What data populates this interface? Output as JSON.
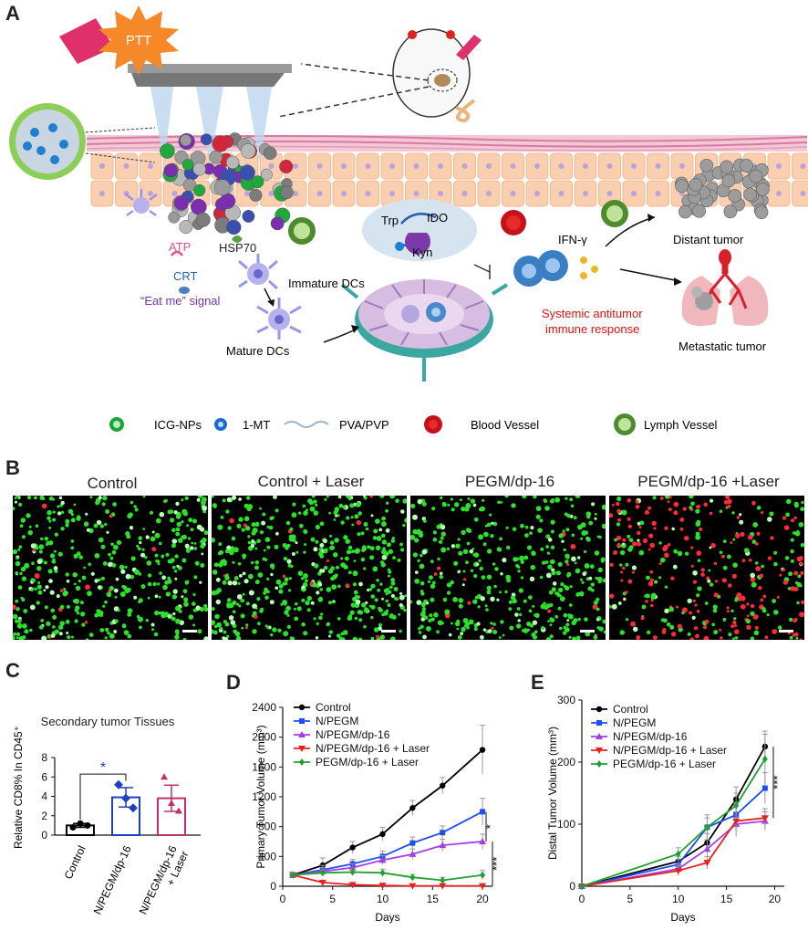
{
  "panels": {
    "A": {
      "label": "A",
      "ptt": "PTT",
      "atp": "ATP",
      "hsp70": "HSP70",
      "crt": "CRT",
      "eat_me": "“Eat me” signal",
      "immature_dcs": "Immature DCs",
      "mature_dcs": "Mature DCs",
      "trp": "Trp",
      "ido": "IDO",
      "kyn": "Kyn",
      "ifn": "IFN-γ",
      "distant_tumor": "Distant tumor",
      "metastatic_tumor": "Metastatic tumor",
      "systemic_1": "Systemic antitumor",
      "systemic_2": "immune response",
      "legend": {
        "icg": "ICG-NPs",
        "mt": "1-MT",
        "pva": "PVA/PVP",
        "blood": "Blood Vessel",
        "lymph": "Lymph Vessel"
      }
    },
    "B": {
      "label": "B",
      "titles": [
        "Control",
        "Control + Laser",
        "PEGM/dp-16",
        "PEGM/dp-16 +Laser"
      ]
    },
    "C": {
      "label": "C"
    },
    "D": {
      "label": "D"
    },
    "E": {
      "label": "E"
    }
  },
  "colors": {
    "black": "#000000",
    "blue": "#1f4ff0",
    "purple": "#a040e0",
    "red": "#e82020",
    "green": "#20a030",
    "annotation_red": "#e01010",
    "purple_text": "#7a2fb0"
  },
  "chart_data": [
    {
      "type": "bar",
      "panel": "C",
      "title": "Secondary tumor Tissues",
      "ylabel": "Relative CD8% In CD45⁺",
      "xlabel": "",
      "ylim": [
        0,
        8
      ],
      "yticks": [
        "0",
        "2",
        "4",
        "6",
        "8"
      ],
      "categories": [
        "Control",
        "N/PEGM/dp-16",
        "N/PEGM/dp-16 + Laser"
      ],
      "values": [
        1.0,
        3.9,
        3.8
      ],
      "errors": [
        0.2,
        1.0,
        1.35
      ],
      "points": [
        [
          0.8,
          1.2,
          1.0
        ],
        [
          5.2,
          3.8,
          2.8
        ],
        [
          6.0,
          3.3,
          2.5
        ]
      ],
      "bar_colors": [
        "#000000",
        "#1f3fc0",
        "#c0306a"
      ],
      "significance": "*"
    },
    {
      "type": "line",
      "panel": "D",
      "ylabel": "Primary Tumor Volume (mm³)",
      "xlabel": "Days",
      "xlim": [
        0,
        21
      ],
      "ylim": [
        0,
        2400
      ],
      "xticks": [
        "0",
        "5",
        "10",
        "15",
        "20"
      ],
      "yticks": [
        "0",
        "400",
        "800",
        "1200",
        "1600",
        "2000",
        "2400"
      ],
      "x": [
        1,
        4,
        7,
        10,
        13,
        16,
        20
      ],
      "series": [
        {
          "name": "Control",
          "values": [
            150,
            280,
            520,
            700,
            1050,
            1350,
            1830
          ],
          "errors": [
            40,
            100,
            80,
            90,
            100,
            110,
            330
          ]
        },
        {
          "name": "N/PEGM",
          "values": [
            150,
            220,
            300,
            400,
            580,
            720,
            1000
          ],
          "errors": [
            30,
            60,
            60,
            70,
            80,
            90,
            180
          ]
        },
        {
          "name": "N/PEGM/dp-16",
          "values": [
            150,
            200,
            250,
            350,
            430,
            550,
            600
          ],
          "errors": [
            30,
            50,
            50,
            60,
            70,
            80,
            100
          ]
        },
        {
          "name": "N/PEGM/dp-16 + Laser",
          "values": [
            150,
            50,
            20,
            10,
            5,
            5,
            5
          ],
          "errors": [
            30,
            20,
            10,
            5,
            5,
            5,
            5
          ]
        },
        {
          "name": "PEGM/dp-16 + Laser",
          "values": [
            150,
            180,
            190,
            180,
            120,
            80,
            150
          ],
          "errors": [
            30,
            40,
            40,
            50,
            40,
            40,
            60
          ]
        }
      ],
      "annotations": [
        "*",
        "***"
      ]
    },
    {
      "type": "line",
      "panel": "E",
      "ylabel": "Distal Tumor Volume (mm³)",
      "xlabel": "Days",
      "xlim": [
        0,
        21
      ],
      "ylim": [
        0,
        300
      ],
      "xticks": [
        "0",
        "5",
        "10",
        "15",
        "20"
      ],
      "yticks": [
        "0",
        "100",
        "200",
        "300"
      ],
      "x": [
        0,
        10,
        13,
        16,
        19
      ],
      "series": [
        {
          "name": "Control",
          "values": [
            0,
            40,
            70,
            140,
            225
          ],
          "errors": [
            0,
            8,
            15,
            20,
            25
          ]
        },
        {
          "name": "N/PEGM",
          "values": [
            0,
            35,
            95,
            115,
            158
          ],
          "errors": [
            0,
            8,
            20,
            20,
            25
          ]
        },
        {
          "name": "N/PEGM/dp-16",
          "values": [
            0,
            28,
            60,
            100,
            105
          ],
          "errors": [
            0,
            8,
            15,
            20,
            15
          ]
        },
        {
          "name": "N/PEGM/dp-16 + Laser",
          "values": [
            0,
            25,
            38,
            105,
            110
          ],
          "errors": [
            0,
            8,
            10,
            15,
            15
          ]
        },
        {
          "name": "PEGM/dp-16 + Laser",
          "values": [
            0,
            52,
            95,
            130,
            205
          ],
          "errors": [
            0,
            10,
            15,
            20,
            40
          ]
        }
      ],
      "annotations": [
        "***"
      ]
    }
  ]
}
